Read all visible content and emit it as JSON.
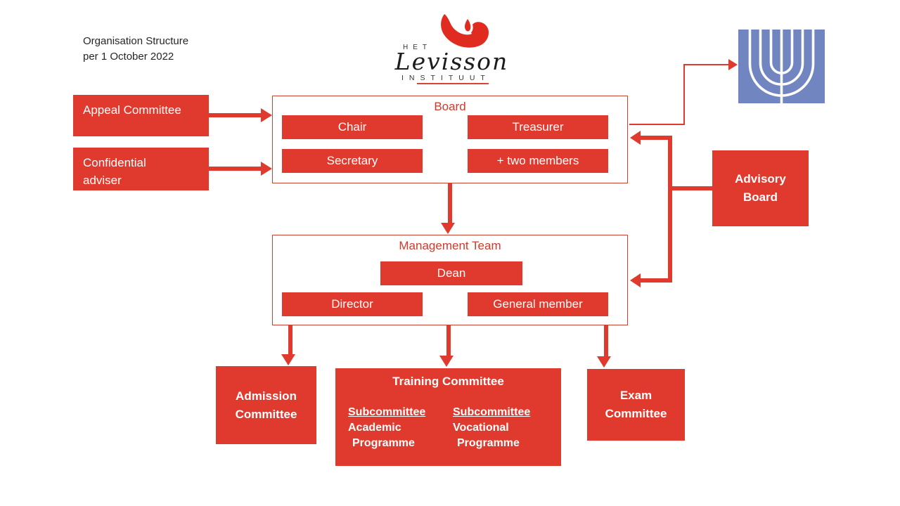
{
  "note": {
    "line1": "Organisation Structure",
    "line2": "per 1 October 2022"
  },
  "logo": {
    "het": "HET",
    "name": "Levisson",
    "instituut": "INSTITUUT"
  },
  "appeal": {
    "label": "Appeal Committee"
  },
  "confidential": {
    "label": "Confidential adviser"
  },
  "board": {
    "title": "Board",
    "chair": "Chair",
    "treasurer": "Treasurer",
    "secretary": "Secretary",
    "extra": "+ two members"
  },
  "advisory": {
    "label": "Advisory Board"
  },
  "management": {
    "title": "Management Team",
    "dean": "Dean",
    "director": "Director",
    "general": "General member"
  },
  "admission": {
    "label": "Admission Committee"
  },
  "training": {
    "title": "Training Committee",
    "col1": {
      "heading": "Subcommittee",
      "line1": "Academic",
      "line2": "Programme"
    },
    "col2": {
      "heading": "Subcommittee",
      "line1": "Vocational",
      "line2": "Programme"
    }
  },
  "exam": {
    "label": "Exam Committee"
  },
  "colors": {
    "box_red": "#e03a2e",
    "outline_red": "#c74434",
    "title_red": "#d03a2b",
    "menorah_blue": "#7186c0",
    "logo_red": "#e02b20",
    "text_dark": "#262626"
  }
}
